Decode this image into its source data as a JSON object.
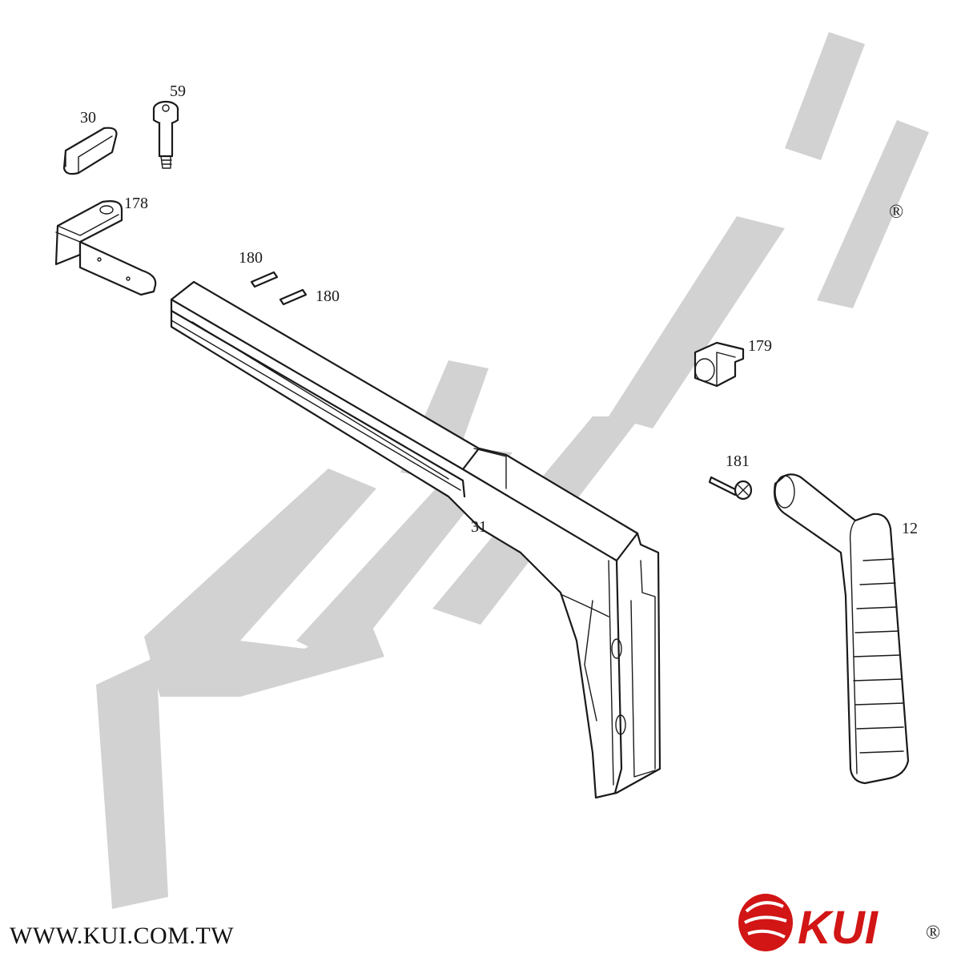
{
  "watermark": {
    "color": "#cfcfcf"
  },
  "parts": [
    {
      "id": "30",
      "label": "30"
    },
    {
      "id": "59",
      "label": "59"
    },
    {
      "id": "178",
      "label": "178"
    },
    {
      "id": "180a",
      "label": "180"
    },
    {
      "id": "180b",
      "label": "180"
    },
    {
      "id": "179",
      "label": "179"
    },
    {
      "id": "181",
      "label": "181"
    },
    {
      "id": "31",
      "label": "31"
    },
    {
      "id": "12",
      "label": "12"
    }
  ],
  "registered_mark": "®",
  "footer": {
    "website": "WWW.KUI.COM.TW",
    "brand_name": "KUI",
    "brand_mark": "®",
    "brand_color": "#d21515"
  }
}
